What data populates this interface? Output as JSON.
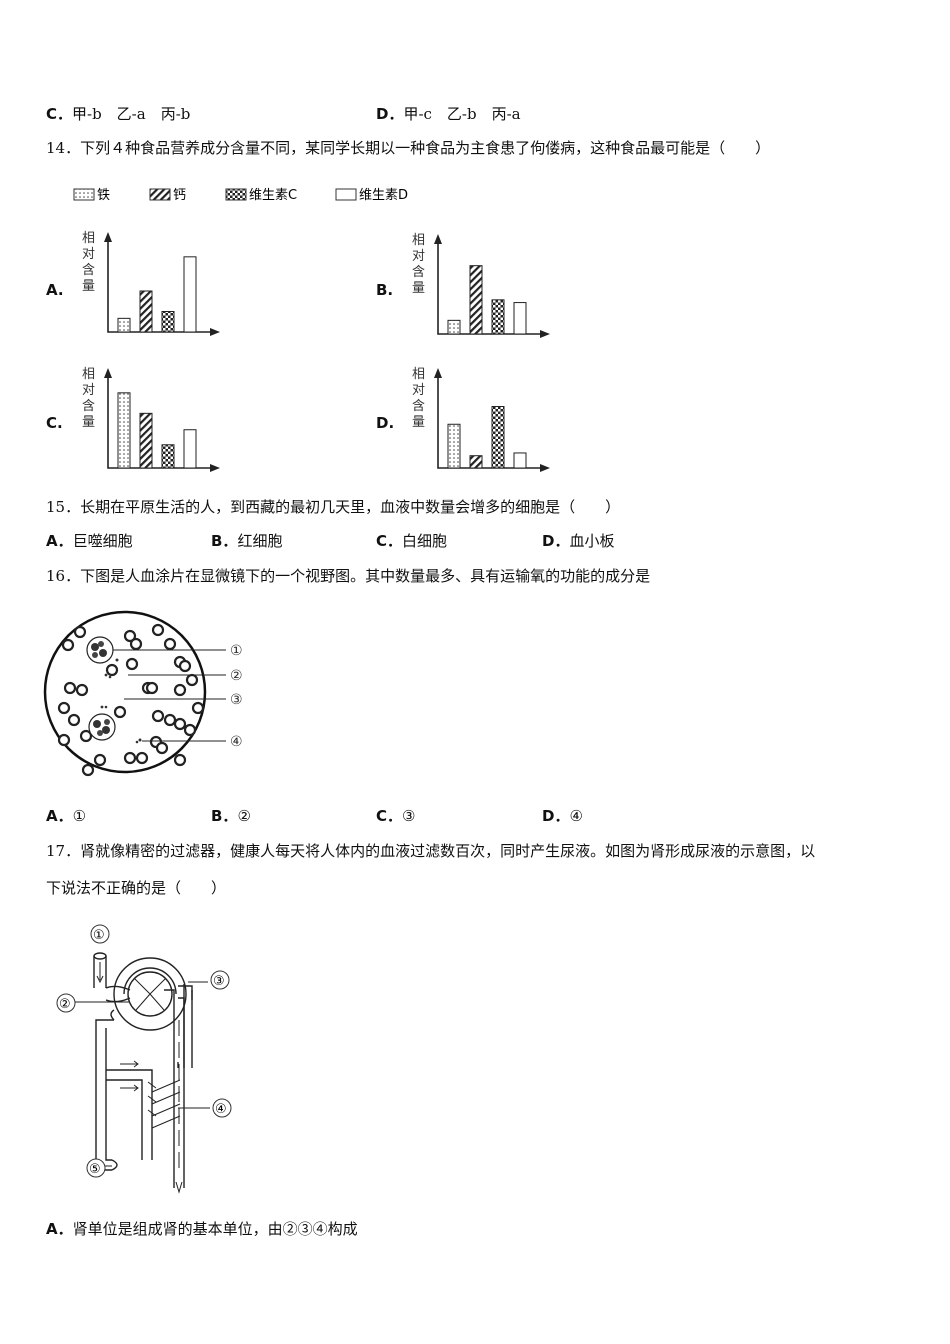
{
  "q13_options": {
    "c_label": "C．",
    "c_text": "甲-b　乙-a　丙-b",
    "d_label": "D．",
    "d_text": "甲-c　乙-b　丙-a"
  },
  "q14": {
    "stem": "14．下列４种食品营养成分含量不同，某同学长期以一种食品为主食患了佝偻病，这种食品最可能是（　　）",
    "legend": [
      "铁",
      "钙",
      "维生素C",
      "维生素D"
    ],
    "ylabel": "相对含量",
    "options": [
      "A.",
      "B.",
      "C.",
      "D."
    ]
  },
  "chart_data": [
    {
      "type": "bar",
      "option": "A",
      "ylabel": "相对含量",
      "series": [
        "铁",
        "钙",
        "维生素C",
        "维生素D"
      ],
      "values": [
        1,
        3,
        1.5,
        5.5
      ]
    },
    {
      "type": "bar",
      "option": "B",
      "ylabel": "相对含量",
      "series": [
        "铁",
        "钙",
        "维生素C",
        "维生素D"
      ],
      "values": [
        1,
        5,
        2.5,
        2.3
      ]
    },
    {
      "type": "bar",
      "option": "C",
      "ylabel": "相对含量",
      "series": [
        "铁",
        "钙",
        "维生素C",
        "维生素D"
      ],
      "values": [
        5.5,
        4,
        1.7,
        2.8
      ]
    },
    {
      "type": "bar",
      "option": "D",
      "ylabel": "相对含量",
      "series": [
        "铁",
        "钙",
        "维生素C",
        "维生素D"
      ],
      "values": [
        3.2,
        0.9,
        4.5,
        1.1
      ]
    }
  ],
  "q15": {
    "stem": "15．长期在平原生活的人，到西藏的最初几天里，血液中数量会增多的细胞是（　　）",
    "a_label": "A．",
    "a_text": "巨噬细胞",
    "b_label": "B．",
    "b_text": "红细胞",
    "c_label": "C．",
    "c_text": "白细胞",
    "d_label": "D．",
    "d_text": "血小板"
  },
  "q16": {
    "stem": "16．下图是人血涂片在显微镜下的一个视野图。其中数量最多、具有运输氧的功能的成分是",
    "markers": [
      "①",
      "②",
      "③",
      "④"
    ],
    "a_label": "A．",
    "a_text": "①",
    "b_label": "B．",
    "b_text": "②",
    "c_label": "C．",
    "c_text": "③",
    "d_label": "D．",
    "d_text": "④"
  },
  "q17": {
    "stem_line1": "17．肾就像精密的过滤器，健康人每天将人体内的血液过滤数百次，同时产生尿液。如图为肾形成尿液的示意图，以",
    "stem_line2": "下说法不正确的是（　　）",
    "markers": [
      "①",
      "②",
      "③",
      "④",
      "⑤"
    ],
    "a_label": "A．",
    "a_text": "肾单位是组成肾的基本单位，由②③④构成"
  }
}
